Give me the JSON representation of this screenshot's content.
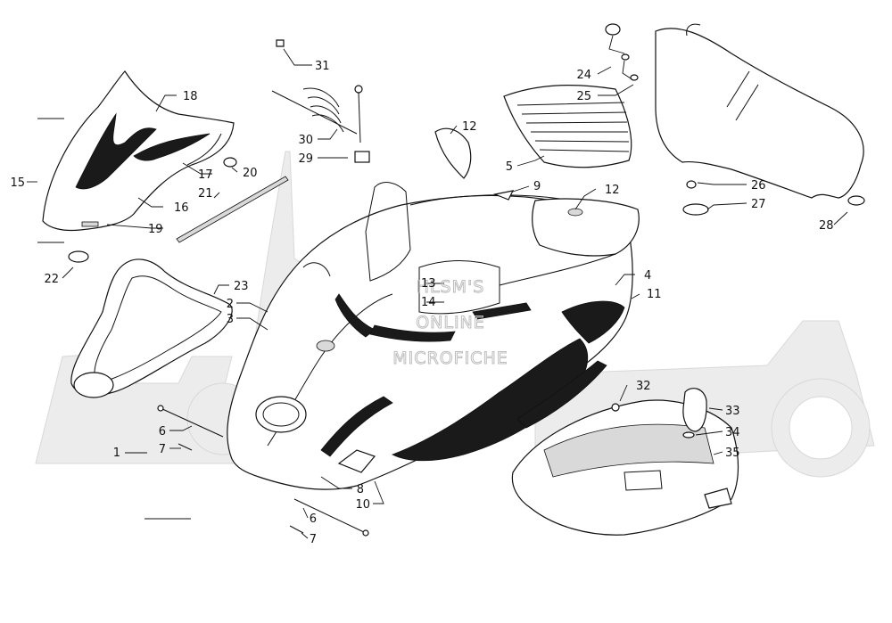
{
  "watermark": {
    "line1": "HLSM'S",
    "line2": "ONLINE",
    "line3": "MICROFICHE"
  },
  "callouts": {
    "c1": "1",
    "c2": "2",
    "c3": "3",
    "c4": "4",
    "c5": "5",
    "c6a": "6",
    "c6b": "6",
    "c7a": "7",
    "c7b": "7",
    "c8": "8",
    "c9": "9",
    "c10": "10",
    "c11": "11",
    "c12a": "12",
    "c12b": "12",
    "c13": "13",
    "c14": "14",
    "c15": "15",
    "c16": "16",
    "c17": "17",
    "c18": "18",
    "c19": "19",
    "c20": "20",
    "c21": "21",
    "c22": "22",
    "c23": "23",
    "c24": "24",
    "c25": "25",
    "c26": "26",
    "c27": "27",
    "c28": "28",
    "c29": "29",
    "c30": "30",
    "c31": "31",
    "c32": "32",
    "c33": "33",
    "c34": "34",
    "c35": "35"
  }
}
